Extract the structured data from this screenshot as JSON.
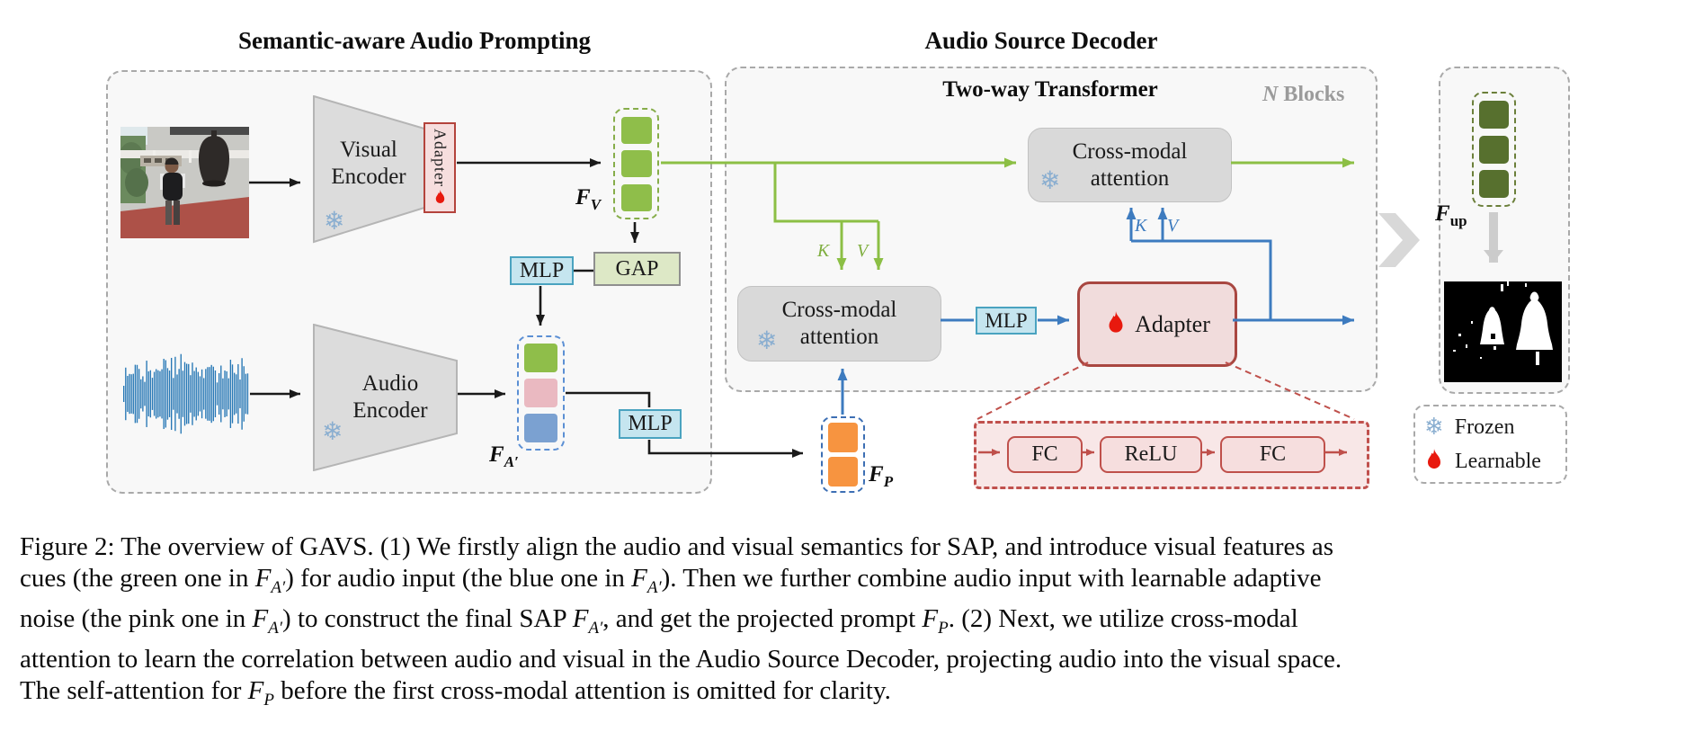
{
  "sap": {
    "title": "Semantic-aware Audio Prompting",
    "visual_encoder_line1": "Visual",
    "visual_encoder_line2": "Encoder",
    "visual_adapter_label": "Adapter",
    "audio_encoder_line1": "Audio",
    "audio_encoder_line2": "Encoder",
    "mlp_top_label": "MLP",
    "gap_label": "GAP",
    "mlp_bottom_label": "MLP",
    "fv_label": {
      "base": "F",
      "sub": "V"
    },
    "fa_label": {
      "base": "F",
      "sub": "A′"
    },
    "fp_label": {
      "base": "F",
      "sub": "P"
    }
  },
  "decoder": {
    "title": "Audio Source Decoder",
    "transformer_title": "Two-way Transformer",
    "n_blocks": {
      "n": "N",
      "rest": " Blocks"
    },
    "cma_top_line1": "Cross-modal",
    "cma_top_line2": "attention",
    "cma_bottom_line1": "Cross-modal",
    "cma_bottom_line2": "attention",
    "mlp_label": "MLP",
    "adapter_label": "Adapter",
    "k_label": "K",
    "v_label": "V",
    "fc1_label": "FC",
    "relu_label": "ReLU",
    "fc2_label": "FC"
  },
  "output": {
    "fup_label": {
      "base": "F",
      "sub": "up"
    }
  },
  "legend": {
    "frozen_label": "Frozen",
    "learnable_label": "Learnable"
  },
  "colors": {
    "feature_green": "#8fbe4a",
    "feature_green_dark": "#57702e",
    "noise_pink": "#eab9c1",
    "audio_blue": "#7ba1d1",
    "prompt_orange": "#f79440",
    "arrow_green": "#8cbf45",
    "arrow_blue": "#3d7bbf",
    "adapter_red": "#bf504b",
    "mlp_cyan": "#c5e5ef",
    "waveform_blue": "#2677b5"
  },
  "caption": {
    "lines": [
      [
        {
          "t": "Figure 2: The overview of GAVS. (1) We firstly align the audio and visual semantics for SAP, and introduce visual features as"
        }
      ],
      [
        {
          "t": "cues (the green one in "
        },
        {
          "m": "F",
          "s": "A′"
        },
        {
          "t": ") for audio input (the blue one in "
        },
        {
          "m": "F",
          "s": "A′"
        },
        {
          "t": "). Then we further combine audio input with learnable adaptive"
        }
      ],
      [
        {
          "t": "noise (the pink one in "
        },
        {
          "m": "F",
          "s": "A′"
        },
        {
          "t": ") to construct the final SAP "
        },
        {
          "m": "F",
          "s": "A′"
        },
        {
          "t": ", and get the projected prompt "
        },
        {
          "m": "F",
          "s": "P"
        },
        {
          "t": ". (2) Next, we utilize cross-modal"
        }
      ],
      [
        {
          "t": "attention to learn the correlation between audio and visual in the Audio Source Decoder, projecting audio into the visual space."
        }
      ],
      [
        {
          "t": "The self-attention for "
        },
        {
          "m": "F",
          "s": "P"
        },
        {
          "t": " before the first cross-modal attention is omitted for clarity."
        }
      ]
    ]
  }
}
